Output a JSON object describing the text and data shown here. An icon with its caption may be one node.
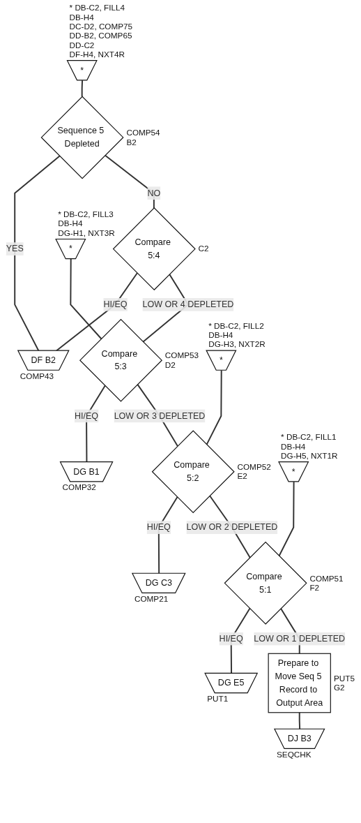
{
  "diagram": {
    "nodes": [
      {
        "text": [
          "*"
        ],
        "beside": [
          "* DB-C2, FILL4",
          "DB-H4",
          "DC-D2, COMP75",
          "DD-B2, COMP65",
          "DD-C2",
          "DF-H4, NXT4R"
        ]
      },
      {
        "text": [
          "Sequence 5 Depleted"
        ],
        "beside": [
          "COMP54",
          "B2"
        ]
      },
      {
        "text": [
          "Compare 5:4"
        ],
        "beside": [
          "C2"
        ]
      },
      {
        "text": [
          "DF B2"
        ],
        "beside": [
          "COMP43"
        ]
      },
      {
        "text": [
          "*"
        ],
        "beside": [
          "* DB-C2, FILL3",
          "DB-H4",
          "DG-H1, NXT3R"
        ]
      },
      {
        "text": [
          "Compare 5:3"
        ],
        "beside": [
          "COMP53",
          "D2"
        ]
      },
      {
        "text": [
          "DG B1"
        ],
        "beside": [
          "COMP32"
        ]
      },
      {
        "text": [
          "*"
        ],
        "beside": [
          "* DB-C2, FILL2",
          "DB-H4",
          "DG-H3, NXT2R"
        ]
      },
      {
        "text": [
          "Compare 5:2"
        ],
        "beside": [
          "COMP52",
          "E2"
        ]
      },
      {
        "text": [
          "DG C3"
        ],
        "beside": [
          "COMP21"
        ]
      },
      {
        "text": [
          "*"
        ],
        "beside": [
          "* DB-C2, FILL1",
          "DB-H4",
          "DG-H5, NXT1R"
        ]
      },
      {
        "text": [
          "Compare 5:1"
        ],
        "beside": [
          "COMP51",
          "F2"
        ]
      },
      {
        "text": [
          "DG E5"
        ],
        "beside": [
          "PUT1"
        ]
      },
      {
        "text": [
          "Prepare to Move Seq 5 Record to Output Area"
        ],
        "beside": [
          "PUT5",
          "G2"
        ]
      },
      {
        "text": [
          "DJ B3"
        ],
        "beside": [
          "SEQCHK"
        ]
      }
    ],
    "edges": [
      {
        "from": 0,
        "to": 1,
        "arrow": "none"
      },
      {
        "from": 1,
        "to": 3,
        "label": "YES",
        "arrow": "none"
      },
      {
        "from": 1,
        "to": 2,
        "label": "NO",
        "arrow": "none"
      },
      {
        "from": 2,
        "to": 3,
        "label": "HI/EQ",
        "arrow": "none"
      },
      {
        "from": 4,
        "to": 5,
        "arrow": "none"
      },
      {
        "from": 2,
        "to": 5,
        "label": "LOW OR 4 DEPLETED",
        "arrow": "none"
      },
      {
        "from": 5,
        "to": 6,
        "label": "HI/EQ",
        "arrow": "none"
      },
      {
        "from": 7,
        "to": 8,
        "arrow": "none"
      },
      {
        "from": 5,
        "to": 8,
        "label": "LOW OR 3 DEPLETED",
        "arrow": "none"
      },
      {
        "from": 8,
        "to": 9,
        "label": "HI/EQ",
        "arrow": "none"
      },
      {
        "from": 10,
        "to": 11,
        "arrow": "none"
      },
      {
        "from": 8,
        "to": 11,
        "label": "LOW OR 2 DEPLETED",
        "arrow": "none"
      },
      {
        "from": 11,
        "to": 12,
        "label": "HI/EQ",
        "arrow": "none"
      },
      {
        "from": 11,
        "to": 13,
        "label": "LOW OR 1 DEPLETED",
        "arrow": "none"
      },
      {
        "from": 13,
        "to": 14,
        "arrow": "none"
      }
    ]
  }
}
